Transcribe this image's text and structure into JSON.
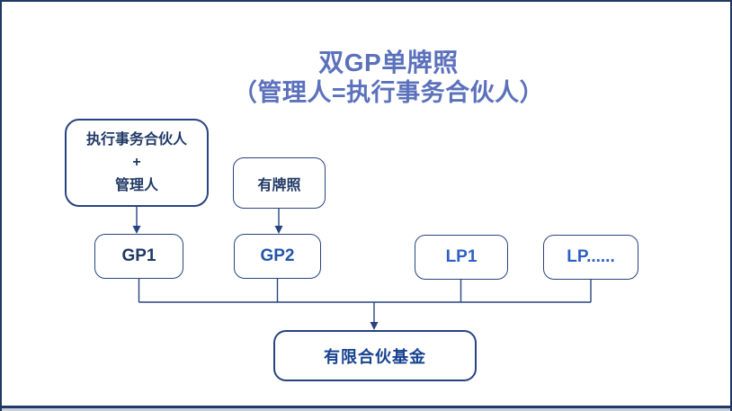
{
  "slide": {
    "title": {
      "line1": "双GP单牌照",
      "line2": "（管理人=执行事务合伙人）",
      "color": "#5B71BC"
    }
  },
  "nodes": {
    "exec_partner_manager": {
      "line1": "执行事务合伙人",
      "line2": "+",
      "line3": "管理人",
      "text_color": "#1F3864"
    },
    "licensed": {
      "label": "有牌照",
      "text_color": "#1F3864"
    },
    "gp1": {
      "label": "GP1",
      "text_color": "#1F3864"
    },
    "gp2": {
      "label": "GP2",
      "text_color": "#2156A8"
    },
    "lp1": {
      "label": "LP1",
      "text_color": "#2E5FC4"
    },
    "lp_more": {
      "label": "LP......",
      "text_color": "#2E5FC4"
    },
    "fund": {
      "label": "有限合伙基金",
      "text_color": "#17428F"
    }
  },
  "edges": [
    {
      "from": "exec_partner_manager",
      "to": "gp1",
      "style": "arrow"
    },
    {
      "from": "licensed",
      "to": "gp2",
      "style": "arrow"
    },
    {
      "from": "gp1",
      "to": "fund",
      "style": "bus"
    },
    {
      "from": "gp2",
      "to": "fund",
      "style": "bus"
    },
    {
      "from": "lp1",
      "to": "fund",
      "style": "bus"
    },
    {
      "from": "lp_more",
      "to": "fund",
      "style": "bus-arrow"
    }
  ],
  "colors": {
    "frame_border": "#1F3864",
    "box_border": "#27447F",
    "connector": "#27447F",
    "background": "#FFFFFF",
    "bottom_strip": "#C9CEDB"
  }
}
